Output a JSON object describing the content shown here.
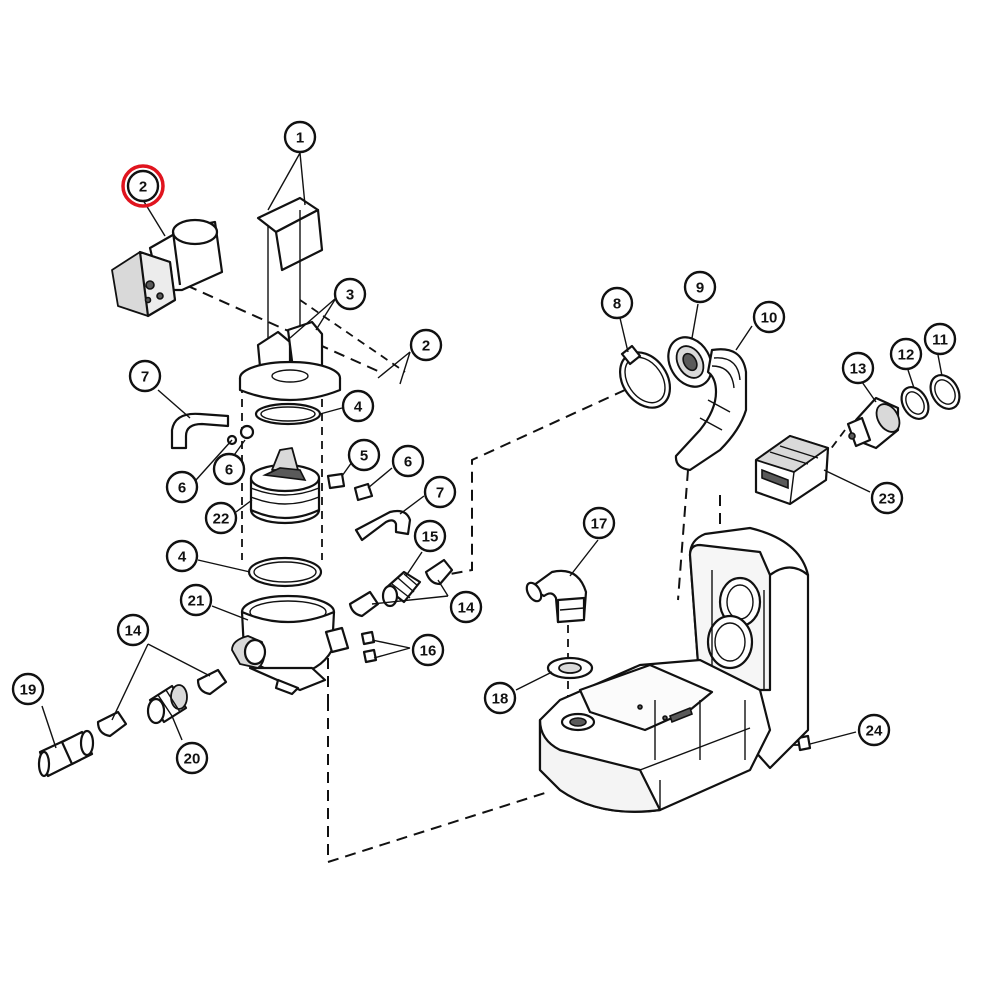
{
  "diagram": {
    "highlight_color": "#e0141e",
    "callouts": [
      {
        "id": "c1",
        "label": "1"
      },
      {
        "id": "c2a",
        "label": "2",
        "highlighted": true
      },
      {
        "id": "c2b",
        "label": "2"
      },
      {
        "id": "c3",
        "label": "3"
      },
      {
        "id": "c4a",
        "label": "4"
      },
      {
        "id": "c4b",
        "label": "4"
      },
      {
        "id": "c5",
        "label": "5"
      },
      {
        "id": "c6a",
        "label": "6"
      },
      {
        "id": "c6b",
        "label": "6"
      },
      {
        "id": "c6c",
        "label": "6"
      },
      {
        "id": "c7a",
        "label": "7"
      },
      {
        "id": "c7b",
        "label": "7"
      },
      {
        "id": "c8",
        "label": "8"
      },
      {
        "id": "c9",
        "label": "9"
      },
      {
        "id": "c10",
        "label": "10"
      },
      {
        "id": "c11",
        "label": "11"
      },
      {
        "id": "c12",
        "label": "12"
      },
      {
        "id": "c13",
        "label": "13"
      },
      {
        "id": "c14a",
        "label": "14"
      },
      {
        "id": "c14b",
        "label": "14"
      },
      {
        "id": "c15",
        "label": "15"
      },
      {
        "id": "c16",
        "label": "16"
      },
      {
        "id": "c17",
        "label": "17"
      },
      {
        "id": "c18",
        "label": "18"
      },
      {
        "id": "c19",
        "label": "19"
      },
      {
        "id": "c20",
        "label": "20"
      },
      {
        "id": "c21",
        "label": "21"
      },
      {
        "id": "c22",
        "label": "22"
      },
      {
        "id": "c23",
        "label": "23"
      },
      {
        "id": "c24",
        "label": "24"
      }
    ]
  }
}
